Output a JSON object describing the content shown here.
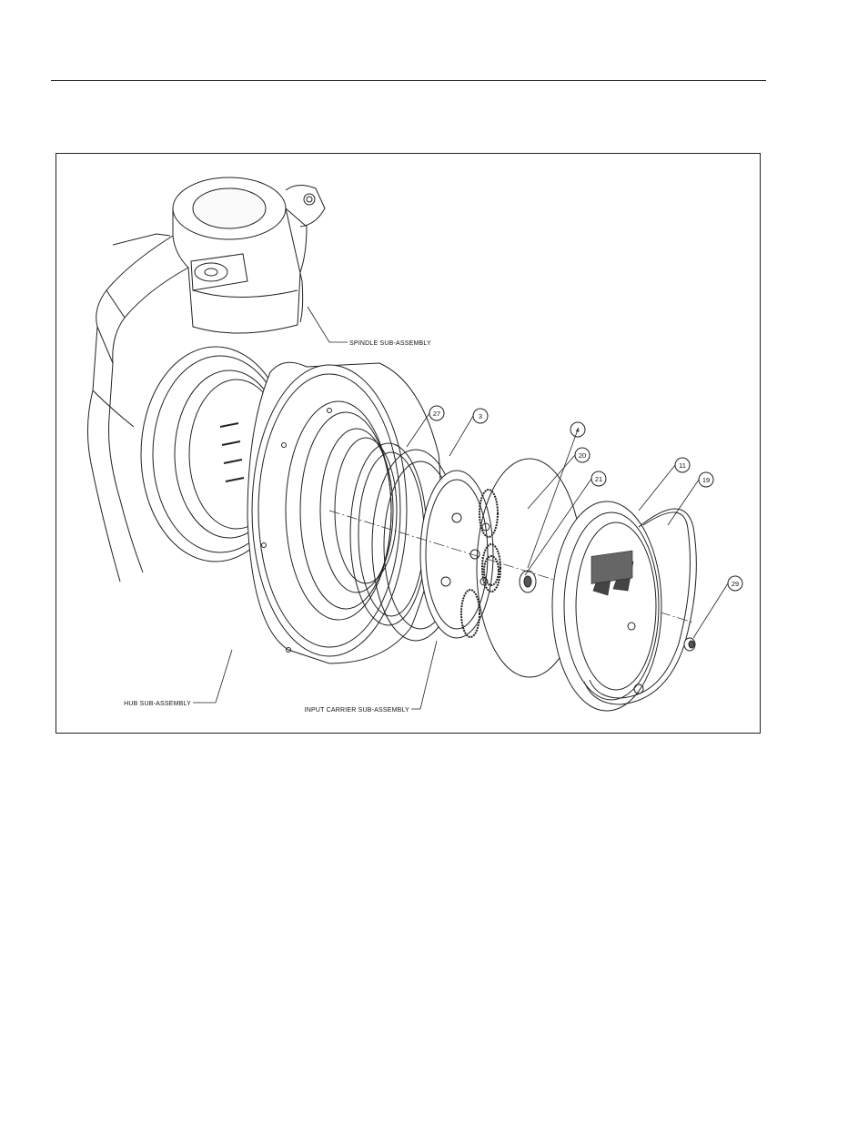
{
  "labels": {
    "spindle": "SPINDLE SUB-ASSEMBLY",
    "hub": "HUB SUB-ASSEMBLY",
    "input_carrier": "INPUT CARRIER SUB-ASSEMBLY"
  },
  "balloons": {
    "b27": "27",
    "b3": "3",
    "b4": "4",
    "b20": "20",
    "b21": "21",
    "b11": "11",
    "b19": "19",
    "b29": "29"
  }
}
